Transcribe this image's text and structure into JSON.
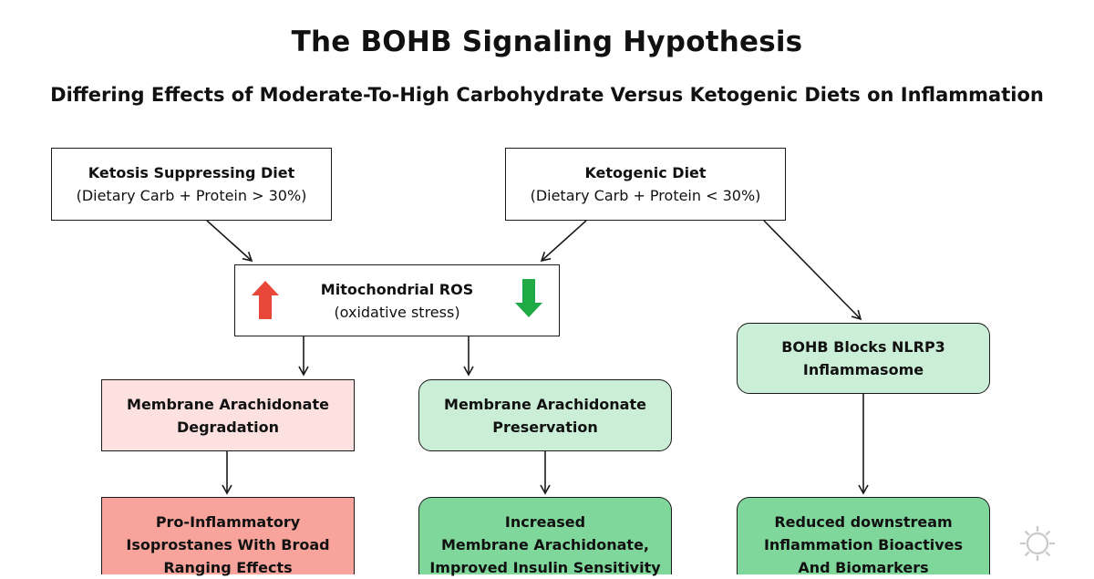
{
  "header": {
    "title": "The BOHB Signaling Hypothesis",
    "subtitle": "Differing Effects of Moderate-To-High Carbohydrate Versus Ketogenic Diets on Inflammation"
  },
  "nodes": {
    "ketosis_suppressing": {
      "title": "Ketosis Suppressing Diet",
      "detail": "(Dietary Carb + Protein > 30%)"
    },
    "ketogenic": {
      "title": "Ketogenic Diet",
      "detail": "(Dietary Carb + Protein < 30%)"
    },
    "mito_ros": {
      "title": "Mitochondrial ROS",
      "detail": "(oxidative stress)"
    },
    "bohb_blocks": {
      "line1": "BOHB Blocks NLRP3",
      "line2": "Inflammasome"
    },
    "arach_degradation": {
      "line1": "Membrane Arachidonate",
      "line2": "Degradation"
    },
    "arach_preservation": {
      "line1": "Membrane Arachidonate",
      "line2": "Preservation"
    },
    "pro_inflammatory": {
      "line1": "Pro-Inflammatory",
      "line2": "Isoprostanes With Broad",
      "line3": "Ranging Effects"
    },
    "increased": {
      "line1": "Increased",
      "line2": "Membrane Arachidonate,",
      "line3": "Improved Insulin Sensitivity"
    },
    "reduced": {
      "line1": "Reduced downstream",
      "line2": "Inflammation Bioactives",
      "line3": "And Biomarkers"
    }
  },
  "colors": {
    "up_arrow": "#e8473a",
    "down_arrow": "#1faa45",
    "pink_light": "#fde1e1",
    "pink_dark": "#f8a49d",
    "green_light": "#cbefd6",
    "green_dark": "#7fd79b"
  },
  "icons": [
    "arrow-up-icon",
    "arrow-down-icon",
    "gear-icon"
  ]
}
